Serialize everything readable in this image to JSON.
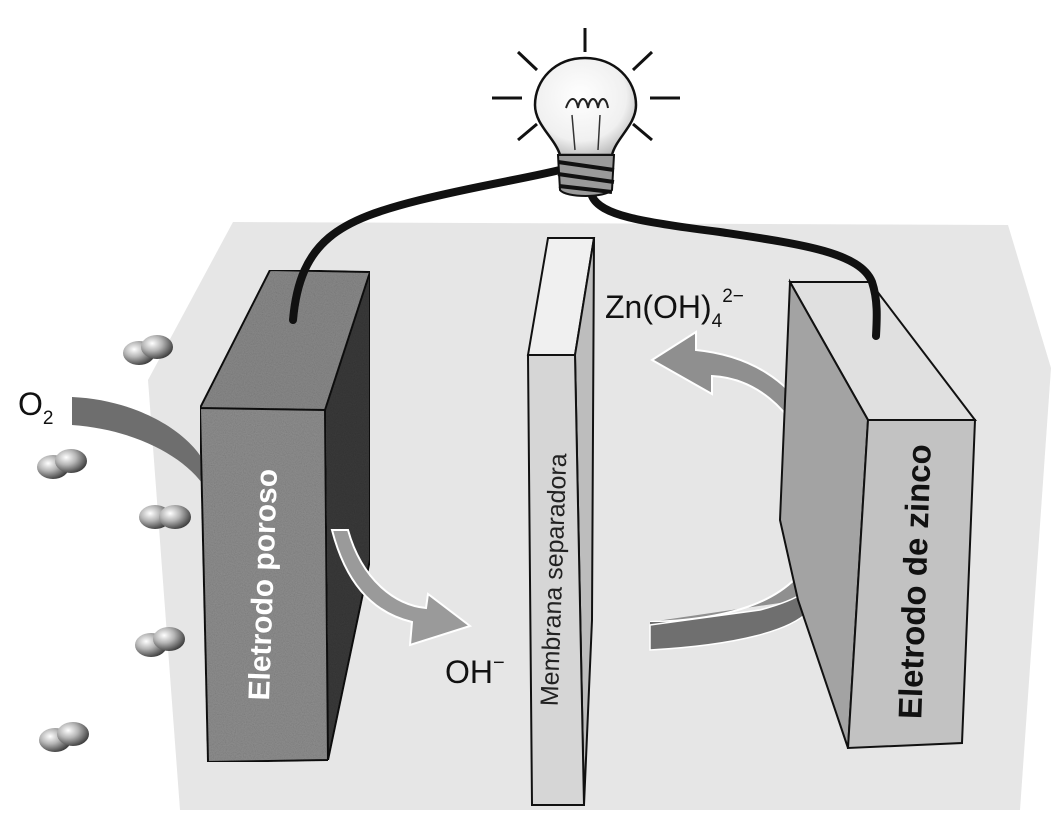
{
  "labels": {
    "o2_base": "O",
    "o2_sub": "2",
    "oh_base": "OH",
    "oh_sup": "−",
    "zinc_ion_base": "Zn(OH)",
    "zinc_ion_sub": "4",
    "zinc_ion_sup": "2−",
    "porous_electrode": "Eletrodo poroso",
    "separator_membrane": "Membrana separadora",
    "zinc_electrode": "Eletrodo de zinco"
  },
  "colors": {
    "container": "#e6e6e6",
    "porous_front": "#8c8c8c",
    "porous_side": "#3a3a3a",
    "zinc_front": "#bdbdbd",
    "zinc_side": "#a3a3a3",
    "membrane": "#dcdcdc",
    "arrow_gray": "#8a8a8a",
    "wire": "#111111"
  },
  "icons": {
    "bulb": "light-bulb-icon",
    "molecule": "oxygen-molecule-icon"
  }
}
